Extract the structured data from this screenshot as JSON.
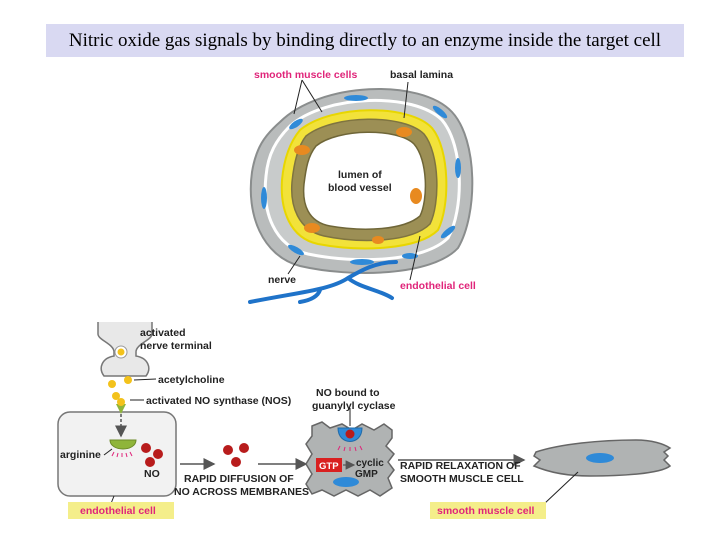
{
  "title": "Nitric oxide gas signals by binding directly to an enzyme inside the target cell",
  "top_diagram": {
    "smooth_muscle_cells": "smooth muscle cells",
    "basal_lamina": "basal lamina",
    "lumen_line1": "lumen of",
    "lumen_line2": "blood vessel",
    "nerve": "nerve",
    "endothelial_cell": "endothelial cell"
  },
  "bottom_diagram": {
    "activated_nerve_terminal_line1": "activated",
    "activated_nerve_terminal_line2": "nerve terminal",
    "acetylcholine": "acetylcholine",
    "activated_nos": "activated NO synthase (NOS)",
    "arginine": "arginine",
    "no": "NO",
    "rapid_diffusion_line1": "RAPID DIFFUSION OF",
    "rapid_diffusion_line2": "NO ACROSS MEMBRANES",
    "no_bound_line1": "NO bound to",
    "no_bound_line2": "guanylyl cyclase",
    "gtp": "GTP",
    "cyclic_gmp_line1": "cyclic",
    "cyclic_gmp_line2": "GMP",
    "rapid_relaxation_line1": "RAPID RELAXATION OF",
    "rapid_relaxation_line2": "SMOOTH MUSCLE CELL",
    "endothelial_cell_box": "endothelial cell",
    "smooth_muscle_cell_box": "smooth muscle cell"
  }
}
